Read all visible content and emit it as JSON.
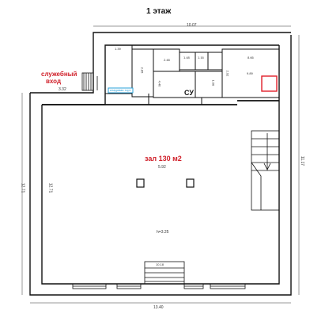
{
  "title": "1 этаж",
  "labels": {
    "service_entrance": [
      "служебный",
      "вход"
    ],
    "hall": "зал 130 м2",
    "wc": "СУ",
    "cyan_tag": "кладовая торг."
  },
  "dimensions": {
    "top": "10.07",
    "bottom": "13.40",
    "left_outer": "12.71",
    "left_inner": "12.71",
    "right": "11.17",
    "entrance_width": "3.32",
    "hall_area": "5.92",
    "height": "h=3.25",
    "window_bottom": "10.18",
    "room_1": "1.39",
    "room_2": "2.85",
    "room_3": "2.48",
    "room_4": "4.46",
    "room_5": "1.48",
    "room_6": "1.16",
    "room_7": "2.92",
    "room_8": "1.08",
    "room_9": "8.66",
    "room_10": "9.89"
  },
  "colors": {
    "wall": "#111111",
    "accent_red": "#e0202a",
    "accent_cyan": "#2aa0d8"
  }
}
